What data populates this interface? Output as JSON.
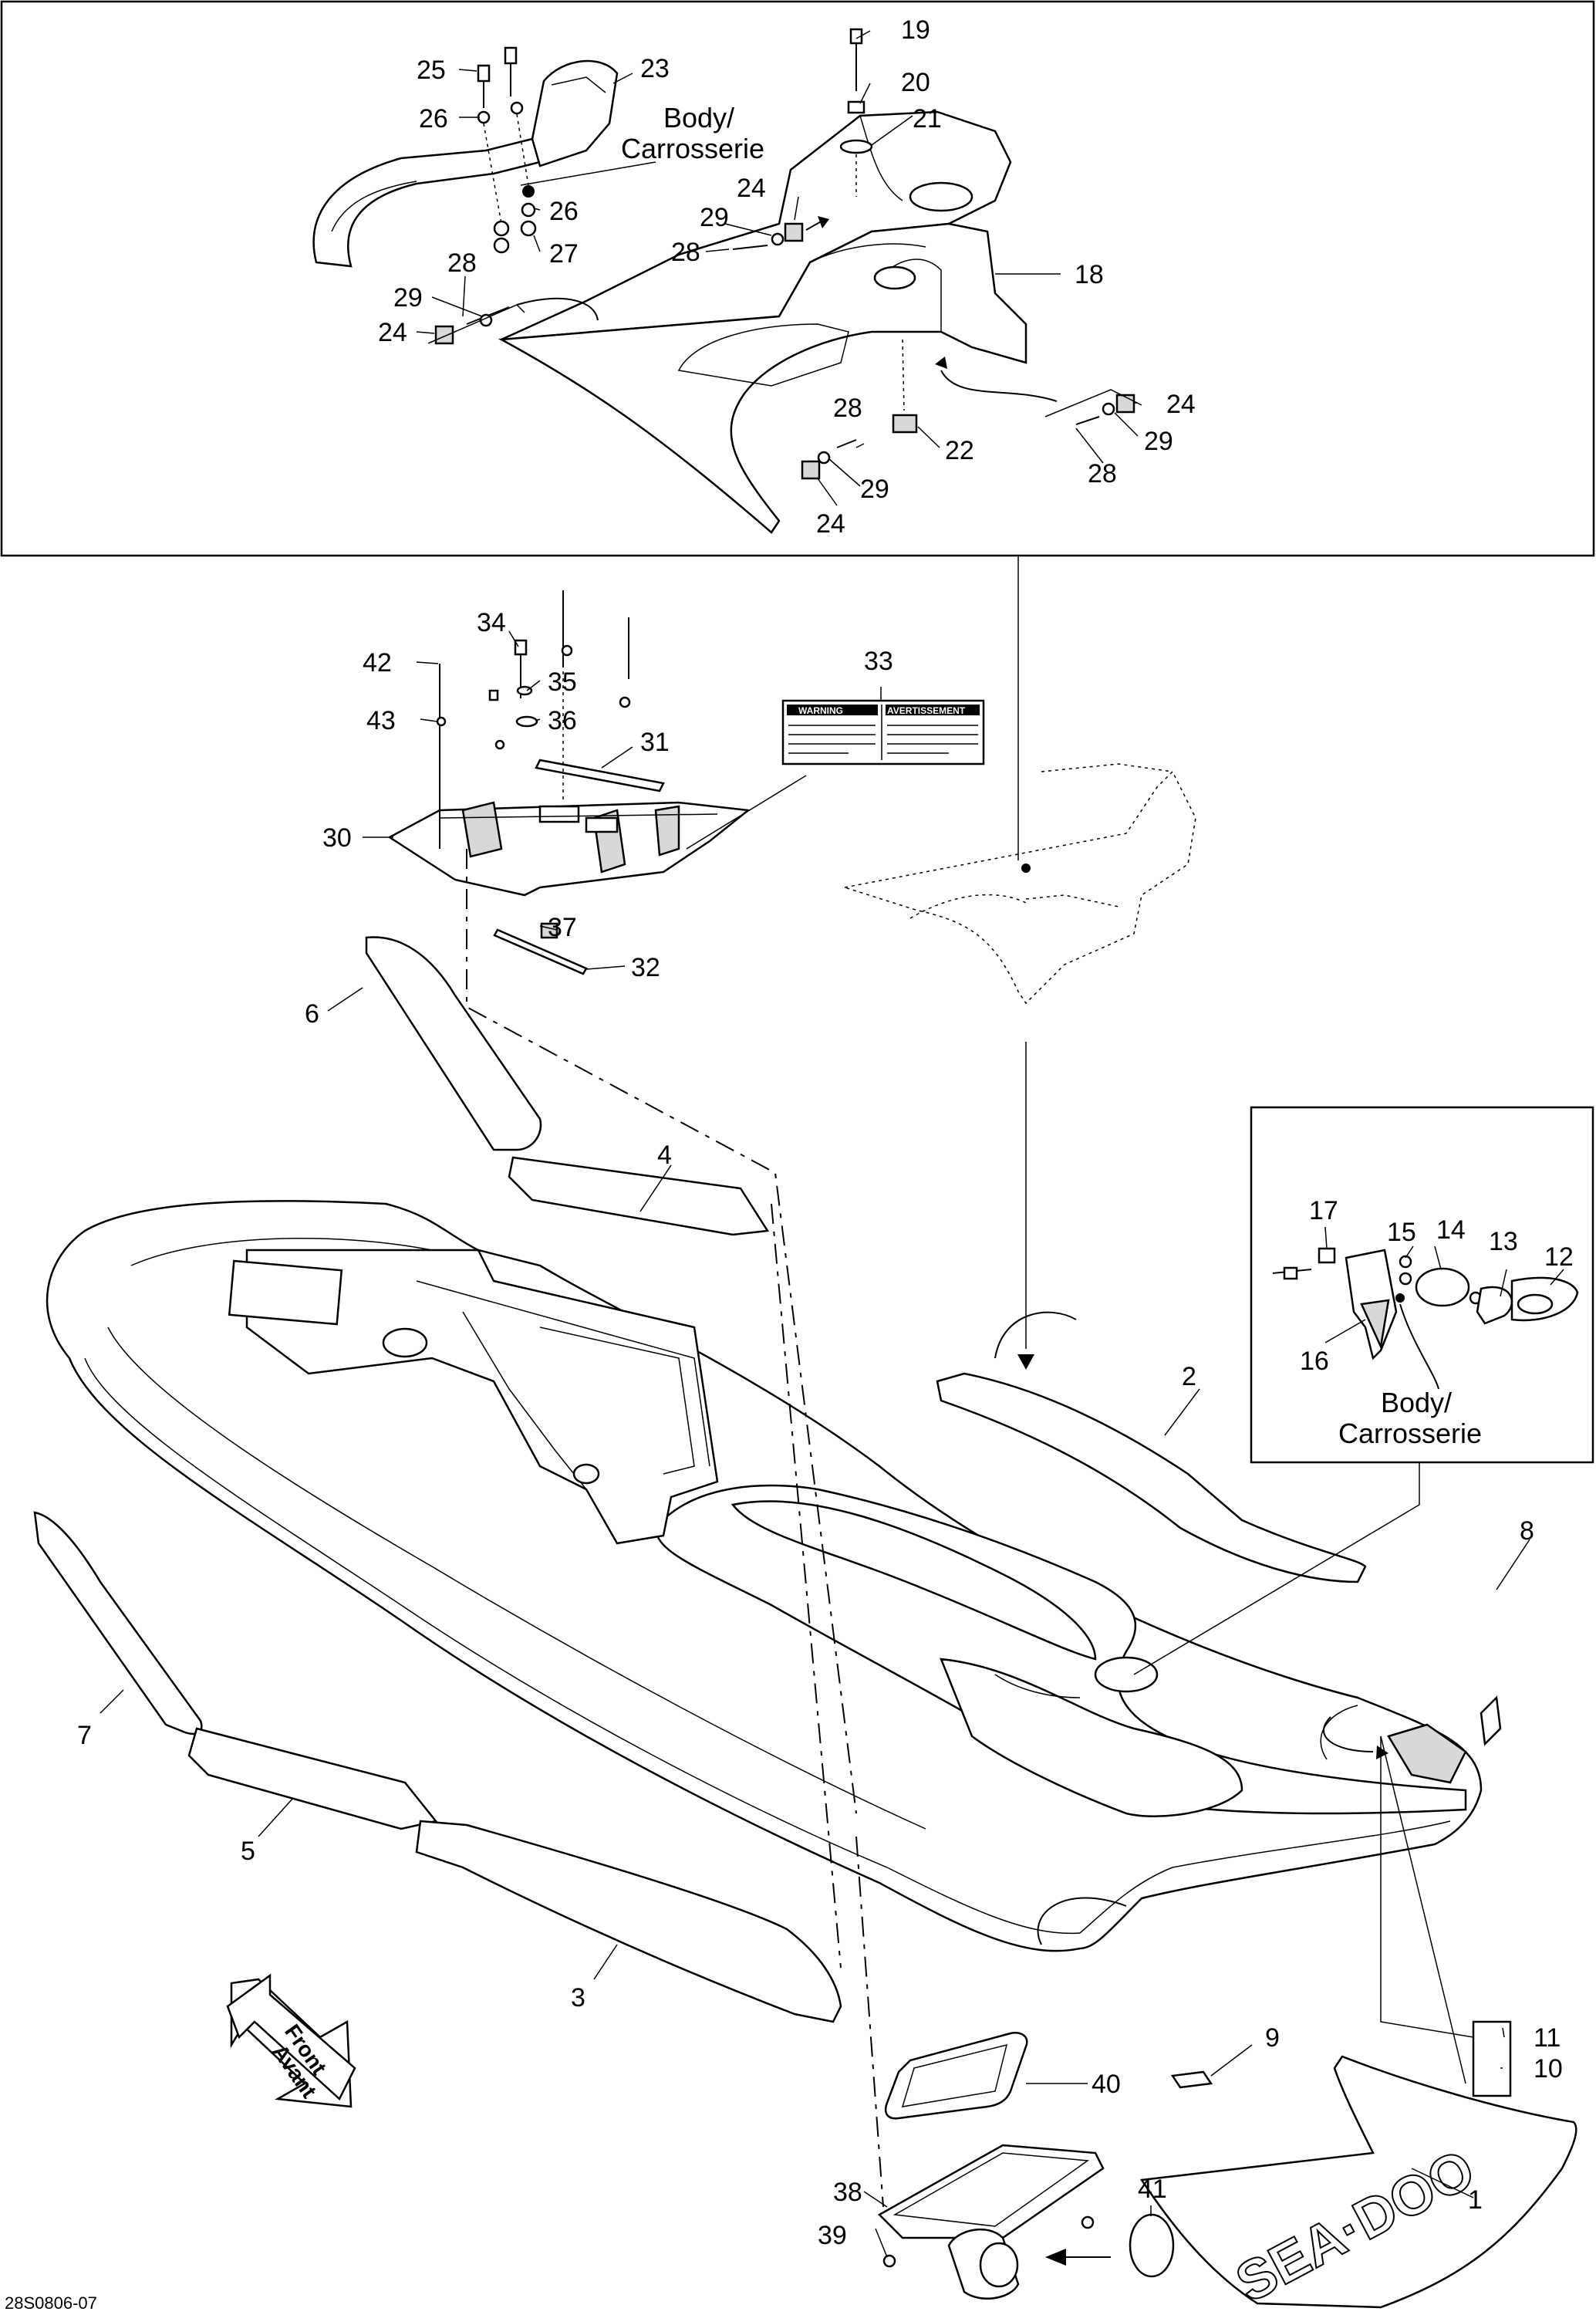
{
  "body_labels": {
    "top": [
      "Body/",
      "Carrosserie"
    ],
    "inset": [
      "Body/",
      "Carrosserie"
    ]
  },
  "front_arrow": [
    "Front",
    "Avant"
  ],
  "doc_code": "28S0806-07",
  "callouts": {
    "c1": "1",
    "c2": "2",
    "c3": "3",
    "c4": "4",
    "c5": "5",
    "c6": "6",
    "c7": "7",
    "c8": "8",
    "c9": "9",
    "c10": "10",
    "c11": "11",
    "c12": "12",
    "c13": "13",
    "c14": "14",
    "c15": "15",
    "c16": "16",
    "c17": "17",
    "c18": "18",
    "c19": "19",
    "c20": "20",
    "c21": "21",
    "c22": "22",
    "c23": "23",
    "c24": "24",
    "c25": "25",
    "c26": "26",
    "c27": "27",
    "c28": "28",
    "c29": "29",
    "c30": "30",
    "c31": "31",
    "c32": "32",
    "c33": "33",
    "c34": "34",
    "c35": "35",
    "c36": "36",
    "c37": "37",
    "c38": "38",
    "c39": "39",
    "c40": "40",
    "c41": "41",
    "c42": "42",
    "c43": "43"
  },
  "warning_label": {
    "left_title": "WARNING",
    "right_title": "AVERTISSEMENT"
  },
  "decal_brand": "SEA·DOO"
}
